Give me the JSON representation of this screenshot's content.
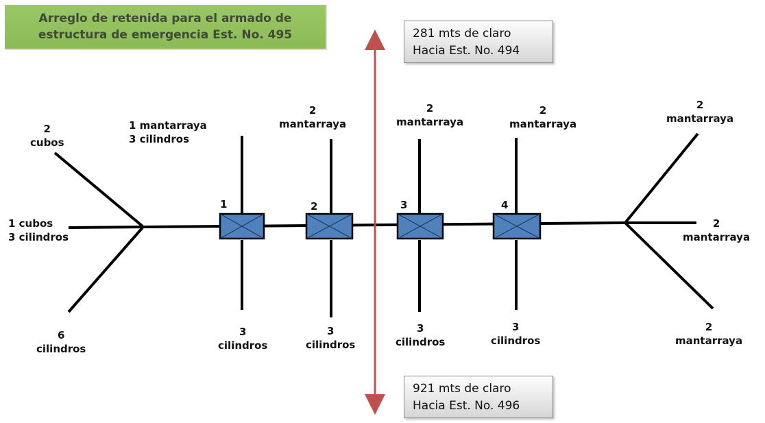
{
  "title": {
    "line1": "Arreglo de retenida para el armado de",
    "line2": "estructura de emergencia  Est. No. 495"
  },
  "top_box": {
    "line1": "281 mts de claro",
    "line2": "Hacia Est. No. 494"
  },
  "bottom_box": {
    "line1": "921 mts de claro",
    "line2": "Hacia Est. No. 496"
  },
  "left_guys": {
    "upper": {
      "line1": "2",
      "line2": "cubos"
    },
    "middle": {
      "line1": "1 cubos",
      "line2": "3 cilindros"
    },
    "lower": {
      "line1": "6",
      "line2": "cilindros"
    }
  },
  "right_guys": {
    "upper": {
      "line1": "2",
      "line2": "mantarraya"
    },
    "middle": {
      "line1": "2",
      "line2": "mantarraya"
    },
    "lower": {
      "line1": "2",
      "line2": "mantarraya"
    }
  },
  "structures": [
    {
      "number": "1",
      "top": {
        "line1": "1 mantarraya",
        "line2": "3 cilindros"
      },
      "bottom": {
        "line1": "3",
        "line2": "cilindros"
      }
    },
    {
      "number": "2",
      "top": {
        "line1": "2",
        "line2": "mantarraya"
      },
      "bottom": {
        "line1": "3",
        "line2": "cilindros"
      }
    },
    {
      "number": "3",
      "top": {
        "line1": "2",
        "line2": "mantarraya"
      },
      "bottom": {
        "line1": "3",
        "line2": "cilindros"
      }
    },
    {
      "number": "4",
      "top": {
        "line1": "2",
        "line2": "mantarraya"
      },
      "bottom": {
        "line1": "3",
        "line2": "cilindros"
      }
    }
  ],
  "colors": {
    "title_bg": "#9bc767",
    "box_fill": "#4f81bd",
    "box_stroke": "#000000",
    "arrow": "#c0504d",
    "line": "#000000"
  }
}
